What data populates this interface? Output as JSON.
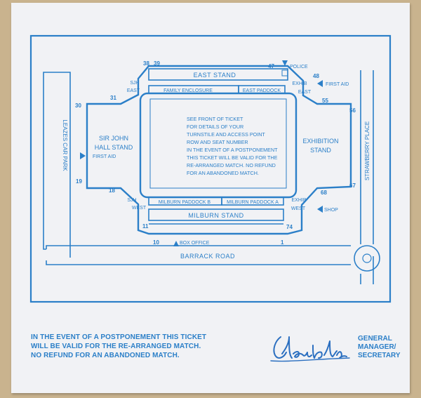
{
  "stands": {
    "east": "EAST STAND",
    "family_enclosure": "FAMILY ENCLOSURE",
    "east_paddock": "EAST PADDOCK",
    "sir_john_hall": [
      "SIR JOHN",
      "HALL STAND"
    ],
    "exhibition": [
      "EXHIBITION",
      "STAND"
    ],
    "milburn_paddock_b": "MILBURN PADDOCK B",
    "milburn_paddock_a": "MILBURN PADDOCK A",
    "milburn": "MILBURN STAND"
  },
  "corners": {
    "sjh_east": [
      "SJH",
      "EAST"
    ],
    "exhib_east": [
      "EXHIB",
      "EAST"
    ],
    "sjh_west": [
      "SJH",
      "WEST"
    ],
    "exhib_west": [
      "EXHIB",
      "WEST"
    ]
  },
  "gates": {
    "g38": "38",
    "g39": "39",
    "g47": "47",
    "g48": "48",
    "g31": "31",
    "g30": "30",
    "g55": "55",
    "g56": "56",
    "g19": "19",
    "g18": "18",
    "g67": "67",
    "g68": "68",
    "g11": "11",
    "g74": "74",
    "g10": "10",
    "g1": "1"
  },
  "facilities": {
    "police": "POLICE",
    "first_aid_east": "FIRST AID",
    "first_aid_west": "FIRST AID",
    "shop": "SHOP",
    "box_office": "BOX OFFICE"
  },
  "roads": {
    "leazes_car_park": "LEAZES CAR PARK",
    "strawberry_place": "STRAWBERRY PLACE",
    "barrack_road": "BARRACK ROAD"
  },
  "pitch_notice": [
    "SEE FRONT OF TICKET",
    "FOR DETAILS OF YOUR",
    "TURNSTILE AND ACCESS POINT",
    "ROW AND SEAT NUMBER",
    "IN THE EVENT OF A POSTPONEMENT",
    "THIS TICKET WILL BE VALID FOR THE",
    "RE-ARRANGED MATCH. NO REFUND",
    "FOR AN ABANDONED MATCH."
  ],
  "footer": {
    "line1": "IN THE EVENT OF A POSTPONEMENT THIS TICKET",
    "line2": "WILL BE VALID FOR THE RE-ARRANGED MATCH.",
    "line3": "NO REFUND FOR AN ABANDONED MATCH."
  },
  "signatory": {
    "line1": "GENERAL",
    "line2": "MANAGER/",
    "line3": "SECRETARY"
  },
  "colors": {
    "ink": "#2b7fc8",
    "paper": "#f1f2f5",
    "backing": "#c9b38e"
  }
}
